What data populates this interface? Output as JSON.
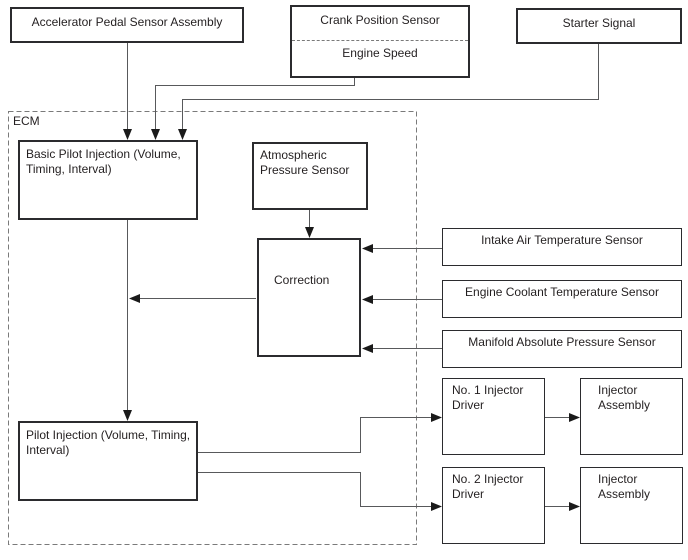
{
  "diagram": {
    "ecm_label": "ECM",
    "boxes": {
      "accelerator_pedal_sensor": "Accelerator Pedal Sensor Assembly",
      "crank_position_sensor": "Crank Position Sensor",
      "engine_speed": "Engine Speed",
      "starter_signal": "Starter Signal",
      "basic_pilot_injection_lines": [
        "Basic Pilot Injection (Volume,",
        "Timing, Interval)"
      ],
      "atmospheric_pressure_sensor_lines": [
        "Atmospheric",
        "Pressure Sensor"
      ],
      "correction": "Correction",
      "intake_air_temperature_sensor": "Intake Air Temperature Sensor",
      "engine_coolant_temperature_sensor": "Engine Coolant Temperature Sensor",
      "manifold_absolute_pressure_sensor": "Manifold Absolute Pressure Sensor",
      "pilot_injection_lines": [
        "Pilot Injection (Volume, Timing,",
        "Interval)"
      ],
      "no1_injector_driver_lines": [
        "No. 1 Injector",
        "Driver"
      ],
      "injector_assembly_1_lines": [
        "Injector",
        "Assembly"
      ],
      "no2_injector_driver_lines": [
        "No. 2 Injector",
        "Driver"
      ],
      "injector_assembly_2_lines": [
        "Injector",
        "Assembly"
      ]
    },
    "colors": {
      "background": "#ffffff",
      "box_border": "#2b2b2e",
      "connector_line": "#58595b",
      "arrowhead": "#1a1a1a",
      "ecm_dashed_border": "#7a7a7a",
      "text": "#231f20"
    }
  }
}
